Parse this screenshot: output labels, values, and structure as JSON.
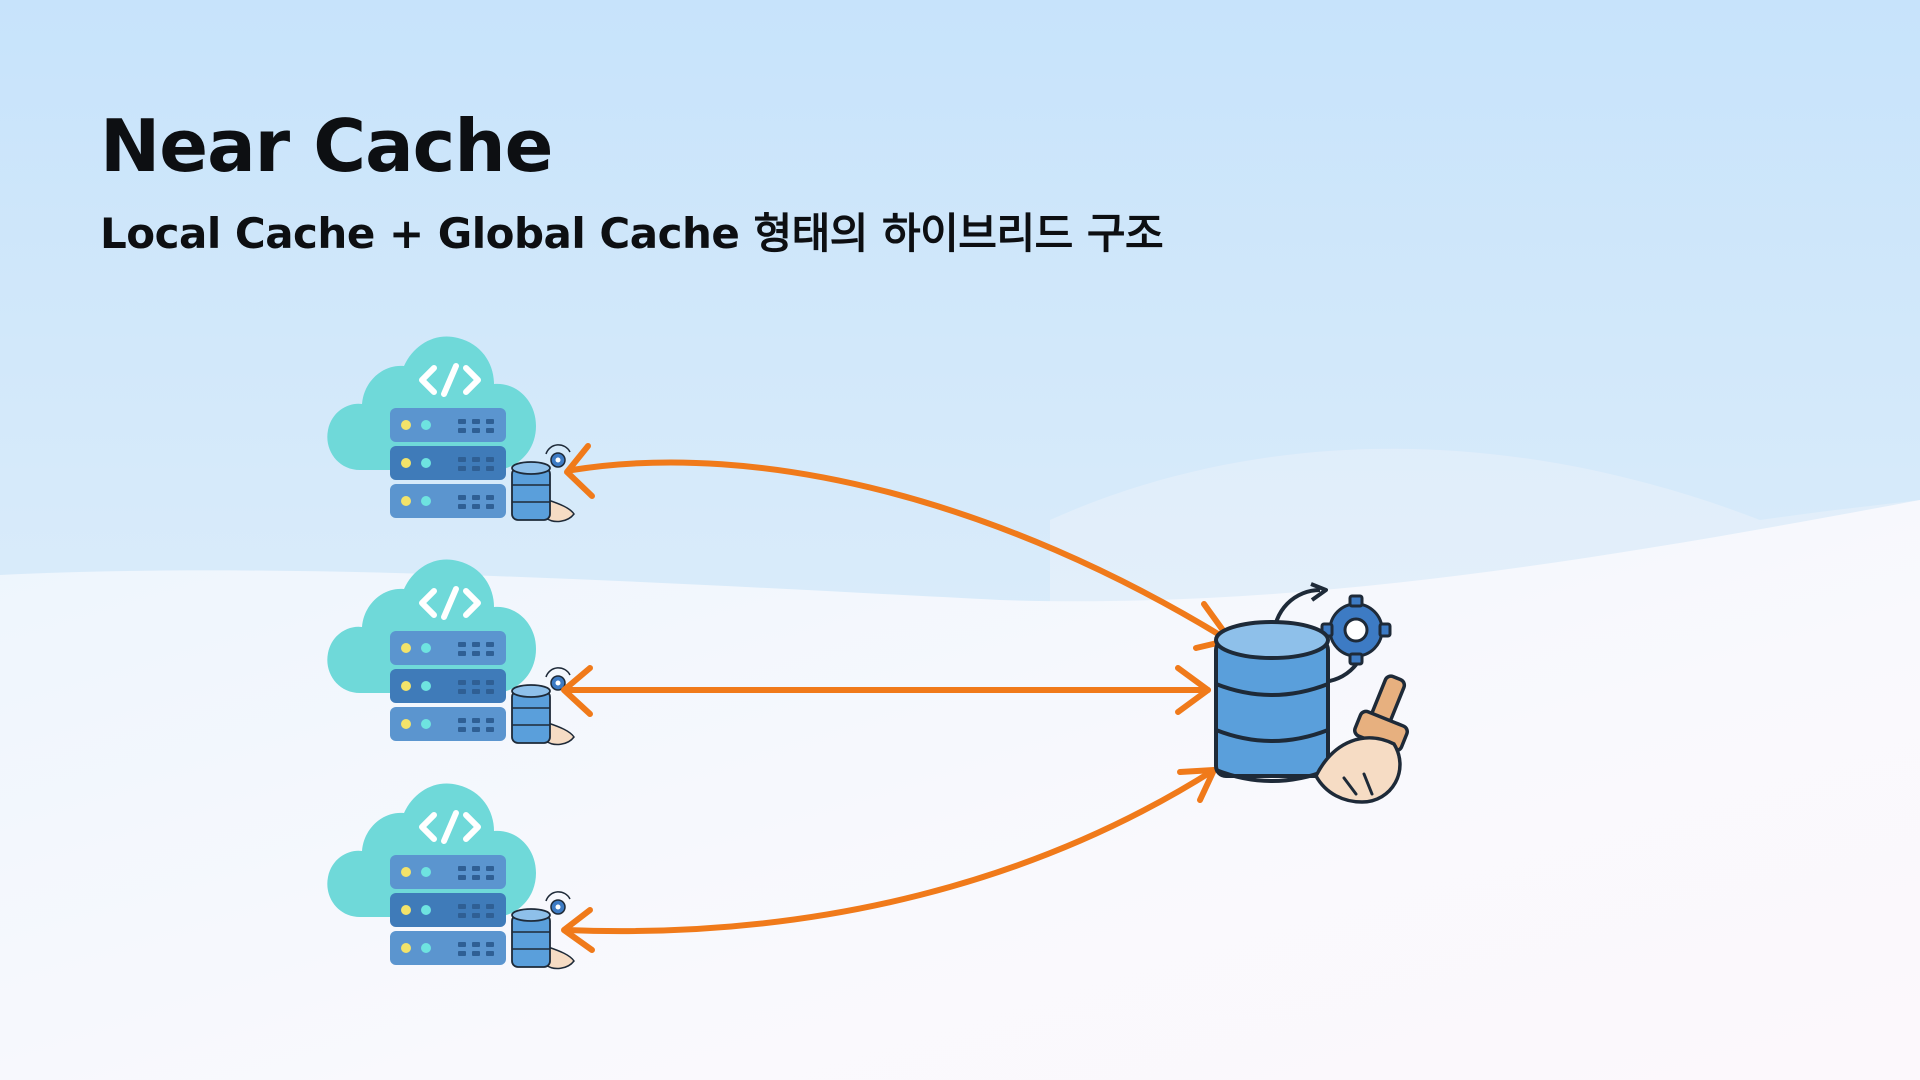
{
  "slide": {
    "title": "Near Cache",
    "subtitle": "Local Cache + Global Cache 형태의 하이브리드 구조"
  },
  "diagram": {
    "app_servers": [
      {
        "icons": [
          "cloud-server-icon",
          "code-icon",
          "local-cache-database-icon"
        ]
      },
      {
        "icons": [
          "cloud-server-icon",
          "code-icon",
          "local-cache-database-icon"
        ]
      },
      {
        "icons": [
          "cloud-server-icon",
          "code-icon",
          "local-cache-database-icon"
        ]
      }
    ],
    "global_cache": {
      "icons": [
        "database-icon",
        "gear-sync-icon",
        "broom-icon"
      ]
    },
    "connections": [
      {
        "from": "app-server-1",
        "to": "global-cache",
        "direction": "bidirectional"
      },
      {
        "from": "app-server-2",
        "to": "global-cache",
        "direction": "bidirectional"
      },
      {
        "from": "app-server-3",
        "to": "global-cache",
        "direction": "bidirectional"
      }
    ]
  },
  "colors": {
    "arrow": "#f07a1a",
    "cloud": "#6fd9d9",
    "server": "#4e88c4",
    "server_dark": "#2f6aa6",
    "led_yellow": "#f3e36a",
    "led_teal": "#6ee3e0",
    "db_light": "#8ec0ea",
    "db_mid": "#5a9fdb",
    "broom_handle": "#e7b07f",
    "broom_head": "#f6dcc4",
    "gear": "#3d7bc4"
  }
}
